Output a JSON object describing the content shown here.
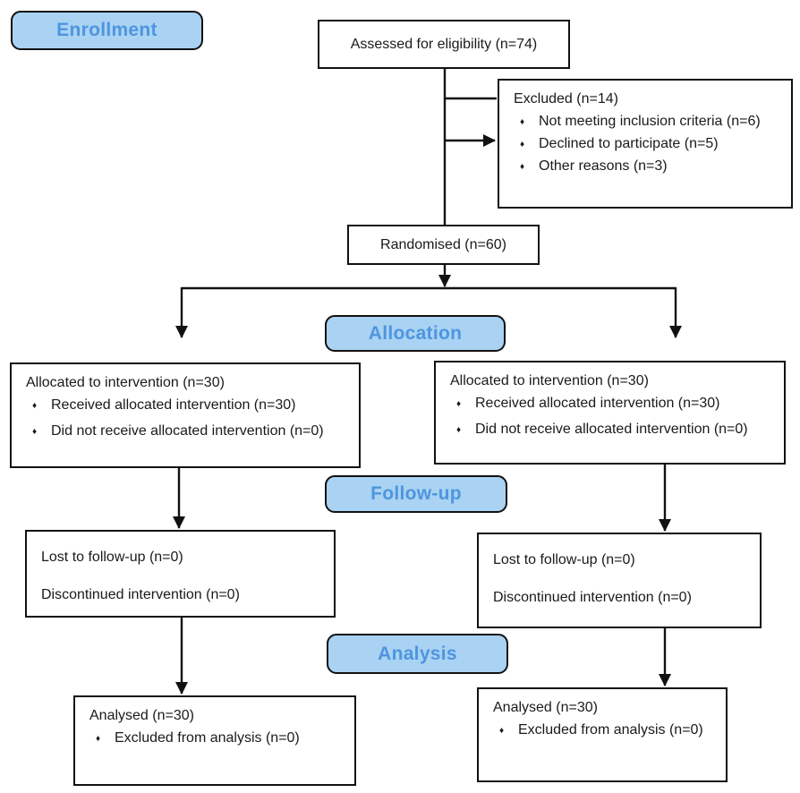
{
  "colors": {
    "stage_label_fill": "#a9d2f3",
    "stage_label_text": "#4e95df",
    "stage_label_border": "#111111",
    "box_border": "#111111",
    "box_fill": "#ffffff",
    "connector": "#111111"
  },
  "bullet_glyph": "♦",
  "stage_labels": {
    "enrollment": "Enrollment",
    "allocation": "Allocation",
    "followup": "Follow-up",
    "analysis": "Analysis"
  },
  "boxes": {
    "assessed": {
      "text": "Assessed for eligibility (n=74)"
    },
    "excluded": {
      "title": "Excluded (n=14)",
      "bullets": [
        "Not meeting inclusion criteria (n=6)",
        "Declined to participate (n=5)",
        "Other reasons (n=3)"
      ]
    },
    "randomised": {
      "text": "Randomised (n=60)"
    },
    "allocation_left": {
      "title": "Allocated to intervention (n=30)",
      "bullets": [
        "Received allocated intervention (n=30)",
        "Did not receive allocated intervention (n=0)"
      ]
    },
    "allocation_right": {
      "title": "Allocated to intervention (n=30)",
      "bullets": [
        "Received allocated intervention (n=30)",
        "Did not receive allocated intervention (n=0)"
      ]
    },
    "followup_left": {
      "lines": [
        "Lost to follow-up (n=0)",
        "Discontinued intervention (n=0)"
      ]
    },
    "followup_right": {
      "lines": [
        "Lost to follow-up (n=0)",
        "Discontinued intervention (n=0)"
      ]
    },
    "analysis_left": {
      "title": "Analysed (n=30)",
      "bullets": [
        "Excluded from analysis (n=0)"
      ]
    },
    "analysis_right": {
      "title": "Analysed (n=30)",
      "bullets": [
        "Excluded from analysis (n=0)"
      ]
    }
  }
}
